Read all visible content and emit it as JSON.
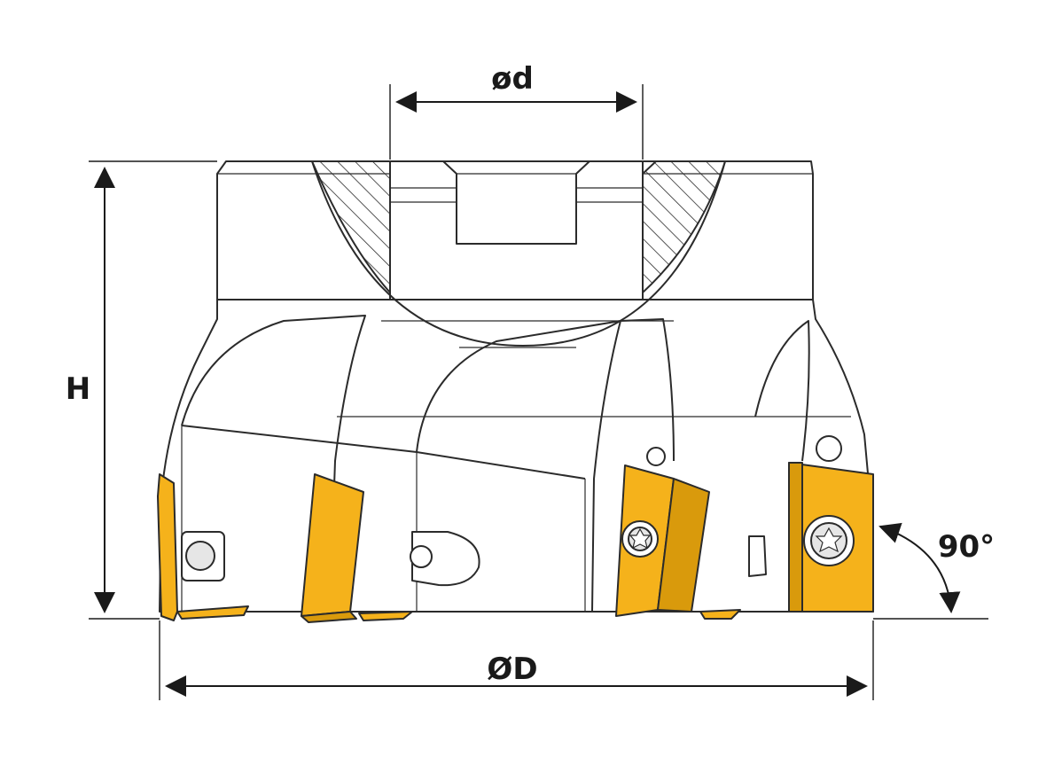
{
  "labels": {
    "bore_diameter": "ød",
    "height": "H",
    "outer_diameter": "ØD",
    "angle": "90°"
  },
  "colors": {
    "body_fill": "#ffffff",
    "outline": "#2b2b2b",
    "insert": "#f5b21b",
    "insert_dark": "#d99a0c",
    "screw": "#e6e6e6",
    "dimension": "#1a1a1a",
    "thin_line": "#444444"
  }
}
